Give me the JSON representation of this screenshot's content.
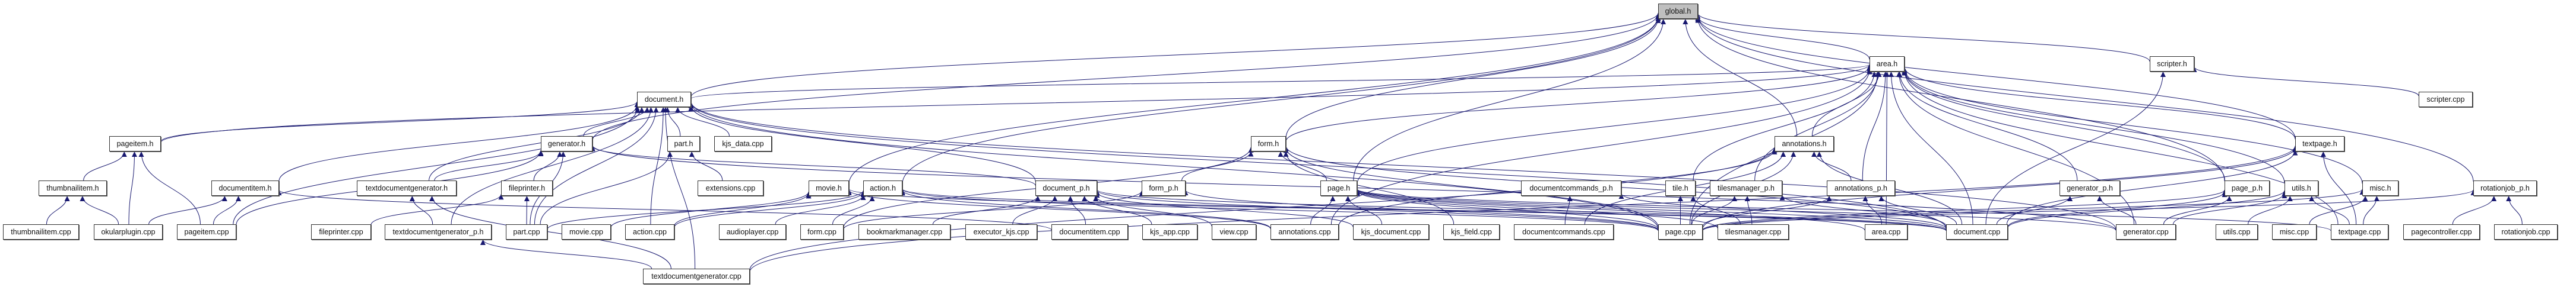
{
  "graph": {
    "title": "global.h included-by dependency graph",
    "root": "global.h",
    "edge_color": "#191970",
    "root_fill": "#bfbfbf",
    "nodes": [
      {
        "id": "global_h",
        "label": "global.h",
        "root": true
      },
      {
        "id": "area_h",
        "label": "area.h"
      },
      {
        "id": "scripter_h",
        "label": "scripter.h"
      },
      {
        "id": "document_h",
        "label": "document.h"
      },
      {
        "id": "scripter_cpp",
        "label": "scripter.cpp"
      },
      {
        "id": "pageitem_h",
        "label": "pageitem.h"
      },
      {
        "id": "generator_h",
        "label": "generator.h"
      },
      {
        "id": "part_h",
        "label": "part.h"
      },
      {
        "id": "kjs_data_cpp",
        "label": "kjs_data.cpp"
      },
      {
        "id": "form_h",
        "label": "form.h"
      },
      {
        "id": "annotations_h",
        "label": "annotations.h"
      },
      {
        "id": "textpage_h",
        "label": "textpage.h"
      },
      {
        "id": "rotationjob_p_h",
        "label": "rotationjob_p.h"
      },
      {
        "id": "thumbnailitem_h",
        "label": "thumbnailitem.h"
      },
      {
        "id": "documentitem_h",
        "label": "documentitem.h"
      },
      {
        "id": "textdocumentgenerator_h",
        "label": "textdocumentgenerator.h"
      },
      {
        "id": "fileprinter_h",
        "label": "fileprinter.h"
      },
      {
        "id": "extensions_cpp",
        "label": "extensions.cpp"
      },
      {
        "id": "movie_h",
        "label": "movie.h"
      },
      {
        "id": "action_h",
        "label": "action.h"
      },
      {
        "id": "document_p_h",
        "label": "document_p.h"
      },
      {
        "id": "form_p_h",
        "label": "form_p.h"
      },
      {
        "id": "page_h",
        "label": "page.h"
      },
      {
        "id": "documentcommands_p_h",
        "label": "documentcommands_p.h"
      },
      {
        "id": "tile_h",
        "label": "tile.h"
      },
      {
        "id": "tilesmanager_p_h",
        "label": "tilesmanager_p.h"
      },
      {
        "id": "annotations_p_h",
        "label": "annotations_p.h"
      },
      {
        "id": "generator_p_h",
        "label": "generator_p.h"
      },
      {
        "id": "page_p_h",
        "label": "page_p.h"
      },
      {
        "id": "utils_h",
        "label": "utils.h"
      },
      {
        "id": "misc_h",
        "label": "misc.h"
      },
      {
        "id": "thumbnailitem_cpp",
        "label": "thumbnailitem.cpp"
      },
      {
        "id": "okularplugin_cpp",
        "label": "okularplugin.cpp"
      },
      {
        "id": "pageitem_cpp",
        "label": "pageitem.cpp"
      },
      {
        "id": "fileprinter_cpp",
        "label": "fileprinter.cpp"
      },
      {
        "id": "textdocumentgenerator_p_h",
        "label": "textdocumentgenerator_p.h"
      },
      {
        "id": "part_cpp",
        "label": "part.cpp"
      },
      {
        "id": "movie_cpp",
        "label": "movie.cpp"
      },
      {
        "id": "action_cpp",
        "label": "action.cpp"
      },
      {
        "id": "audioplayer_cpp",
        "label": "audioplayer.cpp"
      },
      {
        "id": "form_cpp",
        "label": "form.cpp"
      },
      {
        "id": "bookmarkmanager_cpp",
        "label": "bookmarkmanager.cpp"
      },
      {
        "id": "executor_kjs_cpp",
        "label": "executor_kjs.cpp"
      },
      {
        "id": "documentitem_cpp",
        "label": "documentitem.cpp"
      },
      {
        "id": "kjs_app_cpp",
        "label": "kjs_app.cpp"
      },
      {
        "id": "view_cpp",
        "label": "view.cpp"
      },
      {
        "id": "annotations_cpp",
        "label": "annotations.cpp"
      },
      {
        "id": "kjs_document_cpp",
        "label": "kjs_document.cpp"
      },
      {
        "id": "kjs_field_cpp",
        "label": "kjs_field.cpp"
      },
      {
        "id": "documentcommands_cpp",
        "label": "documentcommands.cpp"
      },
      {
        "id": "page_cpp",
        "label": "page.cpp"
      },
      {
        "id": "tilesmanager_cpp",
        "label": "tilesmanager.cpp"
      },
      {
        "id": "area_cpp",
        "label": "area.cpp"
      },
      {
        "id": "document_cpp",
        "label": "document.cpp"
      },
      {
        "id": "generator_cpp",
        "label": "generator.cpp"
      },
      {
        "id": "utils_cpp",
        "label": "utils.cpp"
      },
      {
        "id": "misc_cpp",
        "label": "misc.cpp"
      },
      {
        "id": "textpage_cpp",
        "label": "textpage.cpp"
      },
      {
        "id": "pagecontroller_cpp",
        "label": "pagecontroller.cpp"
      },
      {
        "id": "rotationjob_cpp",
        "label": "rotationjob.cpp"
      },
      {
        "id": "textdocumentgenerator_cpp",
        "label": "textdocumentgenerator.cpp"
      }
    ],
    "edges": [
      [
        "area_h",
        "global_h"
      ],
      [
        "scripter_h",
        "global_h"
      ],
      [
        "document_h",
        "global_h"
      ],
      [
        "generator_h",
        "global_h"
      ],
      [
        "annotations_h",
        "global_h"
      ],
      [
        "textpage_h",
        "global_h"
      ],
      [
        "rotationjob_p_h",
        "global_h"
      ],
      [
        "page_h",
        "global_h"
      ],
      [
        "movie_h",
        "global_h"
      ],
      [
        "action_h",
        "global_h"
      ],
      [
        "form_h",
        "global_h"
      ],
      [
        "page_p_h",
        "global_h"
      ],
      [
        "document_h",
        "area_h"
      ],
      [
        "form_h",
        "area_h"
      ],
      [
        "annotations_h",
        "area_h"
      ],
      [
        "textpage_h",
        "area_h"
      ],
      [
        "page_h",
        "area_h"
      ],
      [
        "generator_p_h",
        "area_h"
      ],
      [
        "page_p_h",
        "area_h"
      ],
      [
        "utils_h",
        "area_h"
      ],
      [
        "misc_h",
        "area_h"
      ],
      [
        "tile_h",
        "area_h"
      ],
      [
        "tilesmanager_p_h",
        "area_h"
      ],
      [
        "annotations_p_h",
        "area_h"
      ],
      [
        "area_cpp",
        "area_h"
      ],
      [
        "document_cpp",
        "area_h"
      ],
      [
        "textpage_cpp",
        "area_h"
      ],
      [
        "page_cpp",
        "area_h"
      ],
      [
        "generator_cpp",
        "area_h"
      ],
      [
        "annotations_cpp",
        "area_h"
      ],
      [
        "pageitem_h",
        "area_h"
      ],
      [
        "scripter_cpp",
        "scripter_h"
      ],
      [
        "document_cpp",
        "scripter_h"
      ],
      [
        "pageitem_h",
        "document_h"
      ],
      [
        "documentitem_h",
        "document_h"
      ],
      [
        "generator_h",
        "document_h"
      ],
      [
        "part_h",
        "document_h"
      ],
      [
        "kjs_data_cpp",
        "document_h"
      ],
      [
        "textdocumentgenerator_h",
        "document_h"
      ],
      [
        "document_p_h",
        "document_h"
      ],
      [
        "part_cpp",
        "document_h"
      ],
      [
        "action_cpp",
        "document_h"
      ],
      [
        "pageitem_cpp",
        "document_h"
      ],
      [
        "textdocumentgenerator_p_h",
        "document_h"
      ],
      [
        "document_cpp",
        "document_h"
      ],
      [
        "generator_cpp",
        "document_h"
      ],
      [
        "page_cpp",
        "document_h"
      ],
      [
        "textdocumentgenerator_cpp",
        "document_h"
      ],
      [
        "thumbnailitem_h",
        "pageitem_h"
      ],
      [
        "okularplugin_cpp",
        "pageitem_h"
      ],
      [
        "pageitem_cpp",
        "pageitem_h"
      ],
      [
        "thumbnailitem_cpp",
        "thumbnailitem_h"
      ],
      [
        "okularplugin_cpp",
        "thumbnailitem_h"
      ],
      [
        "okularplugin_cpp",
        "documentitem_h"
      ],
      [
        "pageitem_cpp",
        "documentitem_h"
      ],
      [
        "documentitem_cpp",
        "documentitem_h"
      ],
      [
        "textdocumentgenerator_h",
        "generator_h"
      ],
      [
        "fileprinter_h",
        "generator_h"
      ],
      [
        "part_cpp",
        "generator_h"
      ],
      [
        "pageitem_cpp",
        "generator_h"
      ],
      [
        "generator_cpp",
        "generator_h"
      ],
      [
        "document_p_h",
        "generator_h"
      ],
      [
        "fileprinter_cpp",
        "fileprinter_h"
      ],
      [
        "part_cpp",
        "fileprinter_h"
      ],
      [
        "textdocumentgenerator_p_h",
        "textdocumentgenerator_h"
      ],
      [
        "textdocumentgenerator_cpp",
        "textdocumentgenerator_h"
      ],
      [
        "textdocumentgenerator_cpp",
        "textdocumentgenerator_p_h"
      ],
      [
        "extensions_cpp",
        "part_h"
      ],
      [
        "part_cpp",
        "part_h"
      ],
      [
        "movie_cpp",
        "movie_h"
      ],
      [
        "annotations_cpp",
        "movie_h"
      ],
      [
        "action_cpp",
        "movie_h"
      ],
      [
        "document_cpp",
        "movie_h"
      ],
      [
        "action_cpp",
        "action_h"
      ],
      [
        "form_cpp",
        "action_h"
      ],
      [
        "annotations_cpp",
        "action_h"
      ],
      [
        "document_cpp",
        "action_h"
      ],
      [
        "audioplayer_cpp",
        "action_h"
      ],
      [
        "part_cpp",
        "action_h"
      ],
      [
        "page_cpp",
        "action_h"
      ],
      [
        "form_p_h",
        "form_h"
      ],
      [
        "page_h",
        "form_h"
      ],
      [
        "form_cpp",
        "form_h"
      ],
      [
        "kjs_field_cpp",
        "form_h"
      ],
      [
        "page_cpp",
        "form_h"
      ],
      [
        "document_cpp",
        "form_h"
      ],
      [
        "form_cpp",
        "form_p_h"
      ],
      [
        "page_cpp",
        "form_p_h"
      ],
      [
        "page_cpp",
        "page_h"
      ],
      [
        "document_cpp",
        "page_h"
      ],
      [
        "annotations_cpp",
        "page_h"
      ],
      [
        "kjs_document_cpp",
        "page_h"
      ],
      [
        "generator_cpp",
        "page_h"
      ],
      [
        "textpage_cpp",
        "page_h"
      ],
      [
        "tilesmanager_cpp",
        "page_h"
      ],
      [
        "area_cpp",
        "page_h"
      ],
      [
        "page_cpp",
        "document_p_h"
      ],
      [
        "document_cpp",
        "document_p_h"
      ],
      [
        "executor_kjs_cpp",
        "document_p_h"
      ],
      [
        "kjs_app_cpp",
        "document_p_h"
      ],
      [
        "documentitem_cpp",
        "document_p_h"
      ],
      [
        "kjs_document_cpp",
        "document_p_h"
      ],
      [
        "bookmarkmanager_cpp",
        "document_p_h"
      ],
      [
        "view_cpp",
        "document_p_h"
      ],
      [
        "documentcommands_cpp",
        "documentcommands_p_h"
      ],
      [
        "document_cpp",
        "documentcommands_p_h"
      ],
      [
        "page_cpp",
        "tile_h"
      ],
      [
        "tilesmanager_cpp",
        "tile_h"
      ],
      [
        "page_cpp",
        "tilesmanager_p_h"
      ],
      [
        "tilesmanager_cpp",
        "tilesmanager_p_h"
      ],
      [
        "document_cpp",
        "tilesmanager_p_h"
      ],
      [
        "annotations_p_h",
        "annotations_h"
      ],
      [
        "annotations_cpp",
        "annotations_h"
      ],
      [
        "page_cpp",
        "annotations_h"
      ],
      [
        "document_cpp",
        "annotations_h"
      ],
      [
        "textdocumentgenerator_cpp",
        "annotations_h"
      ],
      [
        "documentcommands_cpp",
        "annotations_h"
      ],
      [
        "area_cpp",
        "annotations_p_h"
      ],
      [
        "document_cpp",
        "annotations_p_h"
      ],
      [
        "page_cpp",
        "annotations_p_h"
      ],
      [
        "generator_cpp",
        "generator_p_h"
      ],
      [
        "document_cpp",
        "generator_p_h"
      ],
      [
        "page_cpp",
        "page_p_h"
      ],
      [
        "document_cpp",
        "page_p_h"
      ],
      [
        "generator_cpp",
        "page_p_h"
      ],
      [
        "utils_cpp",
        "utils_h"
      ],
      [
        "document_cpp",
        "utils_h"
      ],
      [
        "textpage_cpp",
        "utils_h"
      ],
      [
        "generator_cpp",
        "utils_h"
      ],
      [
        "misc_cpp",
        "misc_h"
      ],
      [
        "textpage_cpp",
        "misc_h"
      ],
      [
        "page_cpp",
        "misc_h"
      ],
      [
        "textpage_cpp",
        "textpage_h"
      ],
      [
        "page_cpp",
        "textpage_h"
      ],
      [
        "document_cpp",
        "textpage_h"
      ],
      [
        "textdocumentgenerator_cpp",
        "textpage_h"
      ],
      [
        "pagecontroller_cpp",
        "rotationjob_p_h"
      ],
      [
        "rotationjob_cpp",
        "rotationjob_p_h"
      ],
      [
        "page_cpp",
        "rotationjob_p_h"
      ]
    ]
  }
}
